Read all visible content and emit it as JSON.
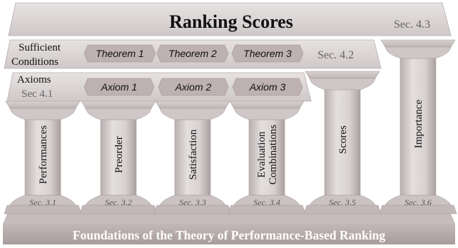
{
  "title": "Ranking Scores",
  "title_section": "Sec. 4.3",
  "sufficient": {
    "label_line1": "Sufficient",
    "label_line2": "Conditions",
    "items": [
      "Theorem 1",
      "Theorem 2",
      "Theorem 3"
    ],
    "section": "Sec. 4.2"
  },
  "axioms": {
    "label": "Axioms",
    "section": "Sec 4.1",
    "items": [
      "Axiom 1",
      "Axiom 2",
      "Axiom 3"
    ]
  },
  "pillars": [
    {
      "label_lines": [
        "Performances"
      ],
      "section": "Sec. 3.1"
    },
    {
      "label_lines": [
        "Preorder"
      ],
      "section": "Sec. 3.2"
    },
    {
      "label_lines": [
        "Satisfaction"
      ],
      "section": "Sec. 3.3"
    },
    {
      "label_lines": [
        "Evaluation",
        "Combinations"
      ],
      "section": "Sec. 3.4"
    },
    {
      "label_lines": [
        "Scores"
      ],
      "section": "Sec. 3.5"
    },
    {
      "label_lines": [
        "Importance"
      ],
      "section": "Sec. 3.6"
    }
  ],
  "base_label": "Foundations of the Theory of Performance-Based Ranking",
  "colors": {
    "stone": "#dcd6d6",
    "stone_light": "#e9e4e4",
    "stone_mid": "#cfc7c7",
    "stone_dark": "#a99e9e",
    "badge": "#bfb3b3",
    "base": "#b5a9a9",
    "ink": "#111111",
    "muted": "#666666",
    "base_text": "#ffffff"
  }
}
